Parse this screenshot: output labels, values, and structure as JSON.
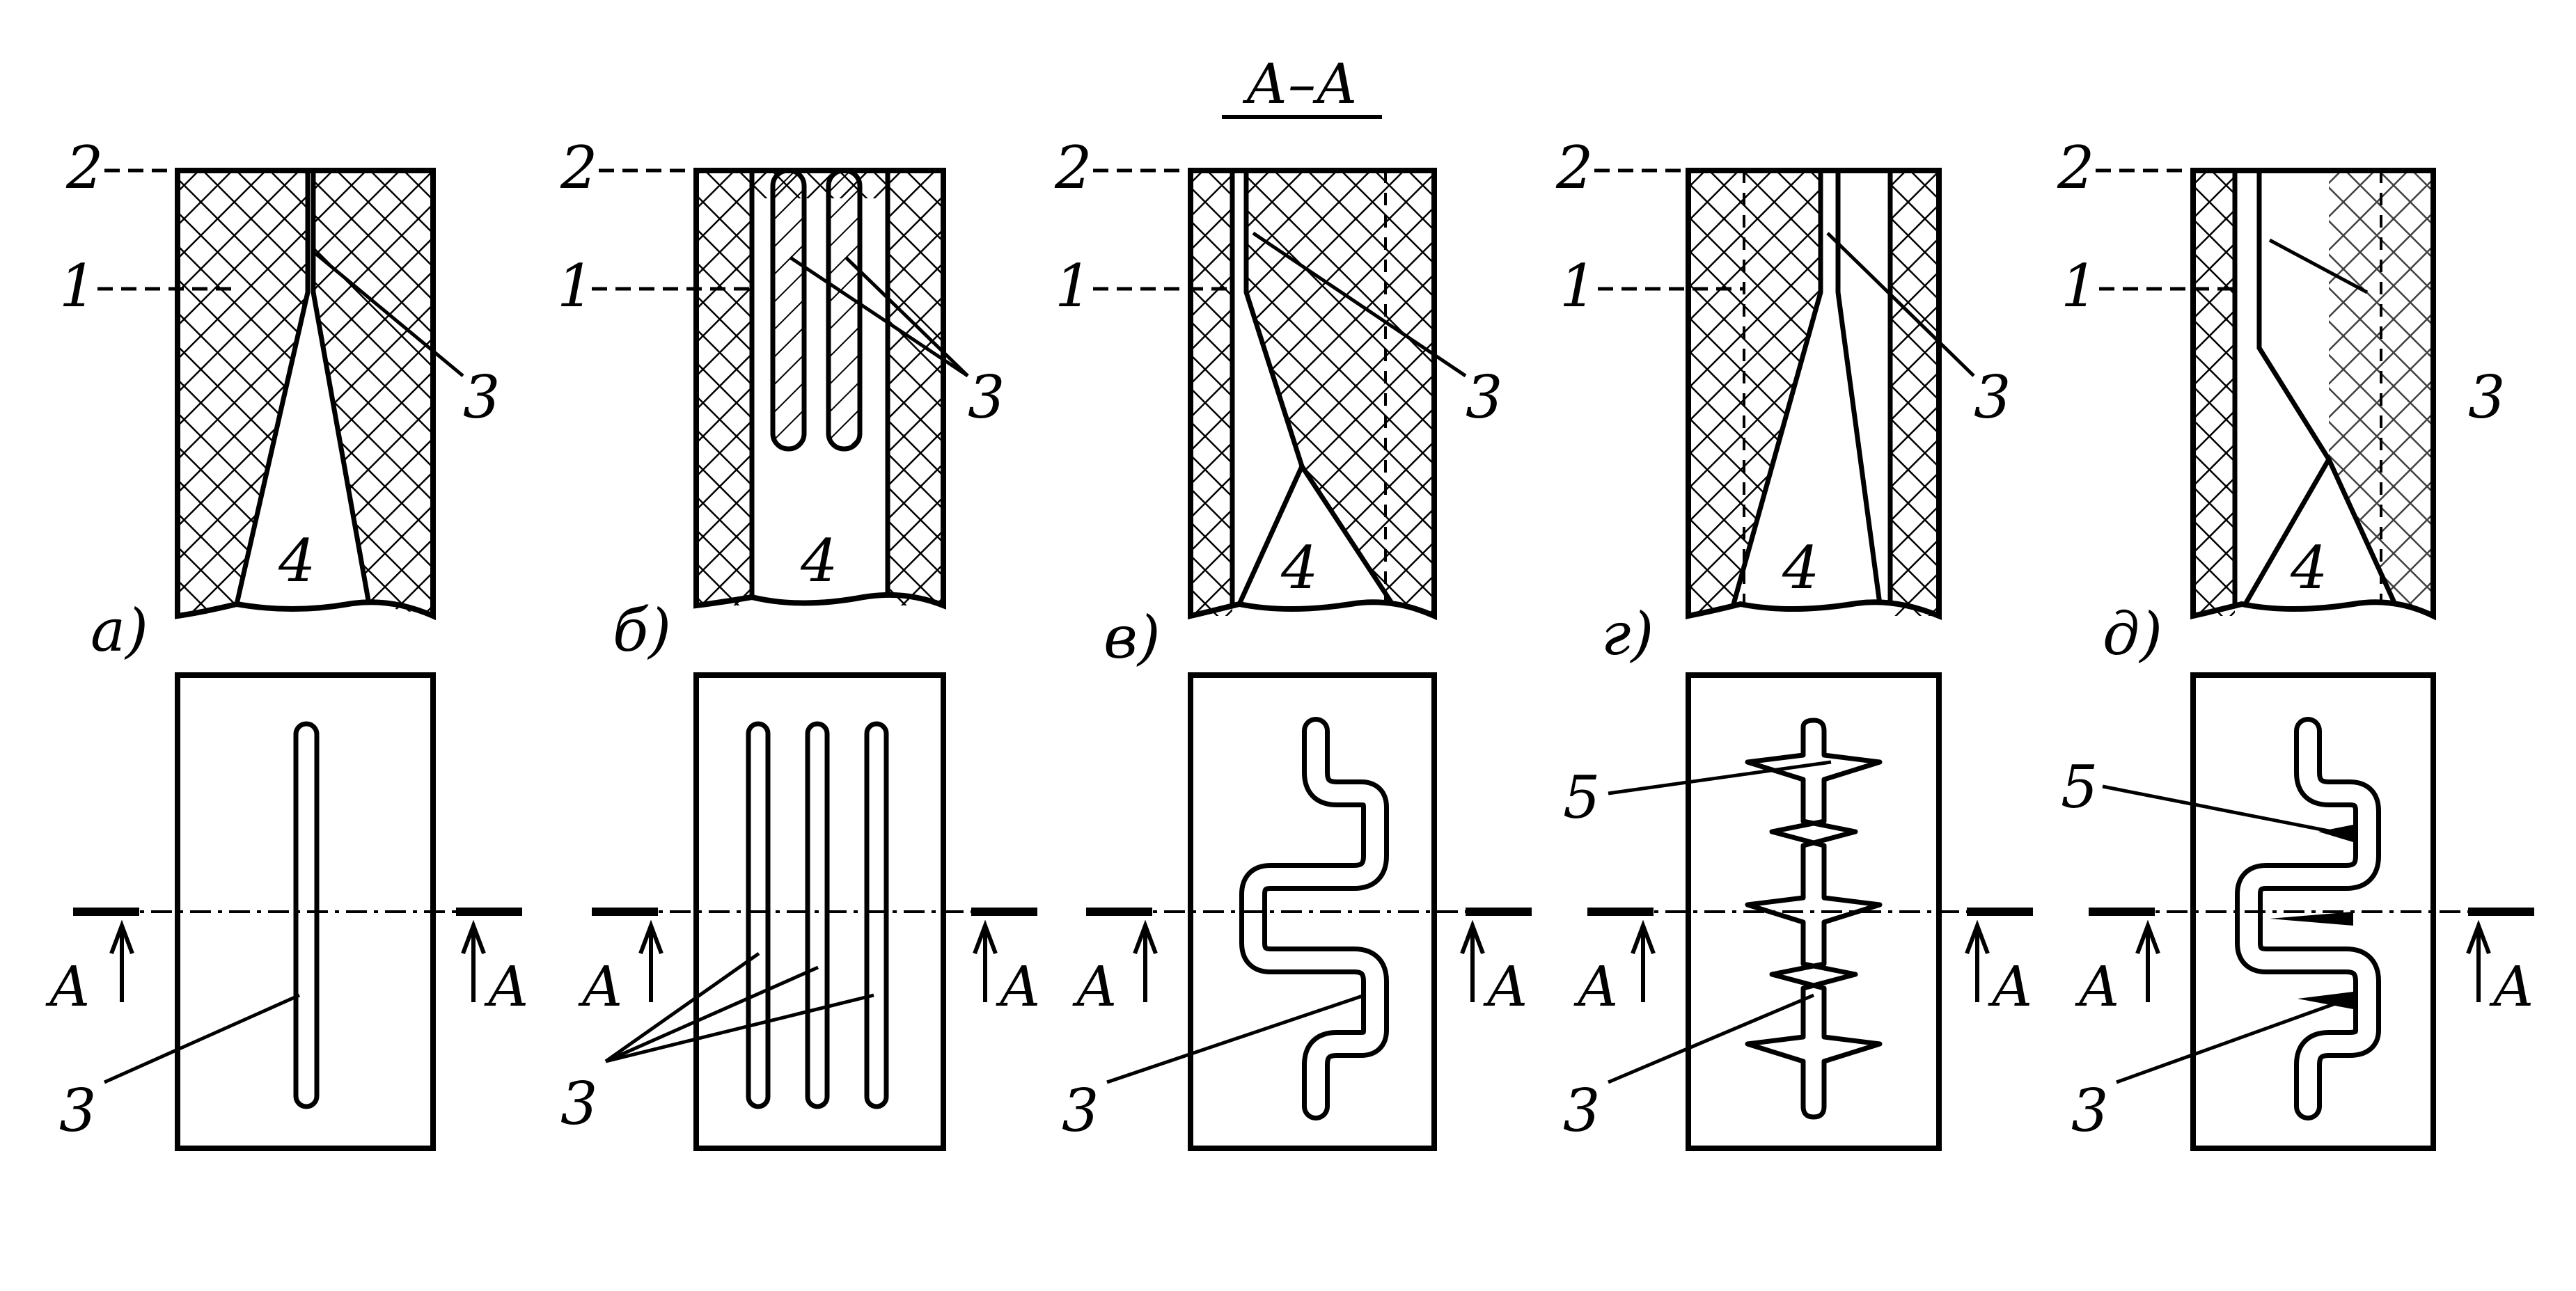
{
  "title": "А–А",
  "labels": {
    "n1": "1",
    "n2": "2",
    "n3": "3",
    "n4": "4",
    "n5": "5",
    "cut": "А"
  },
  "variants": [
    {
      "id": "a",
      "letter": "а)"
    },
    {
      "id": "b",
      "letter": "б)"
    },
    {
      "id": "v",
      "letter": "в)"
    },
    {
      "id": "g",
      "letter": "г)"
    },
    {
      "id": "d",
      "letter": "д)"
    }
  ],
  "colors": {
    "ink": "#000000",
    "paper": "#ffffff"
  }
}
